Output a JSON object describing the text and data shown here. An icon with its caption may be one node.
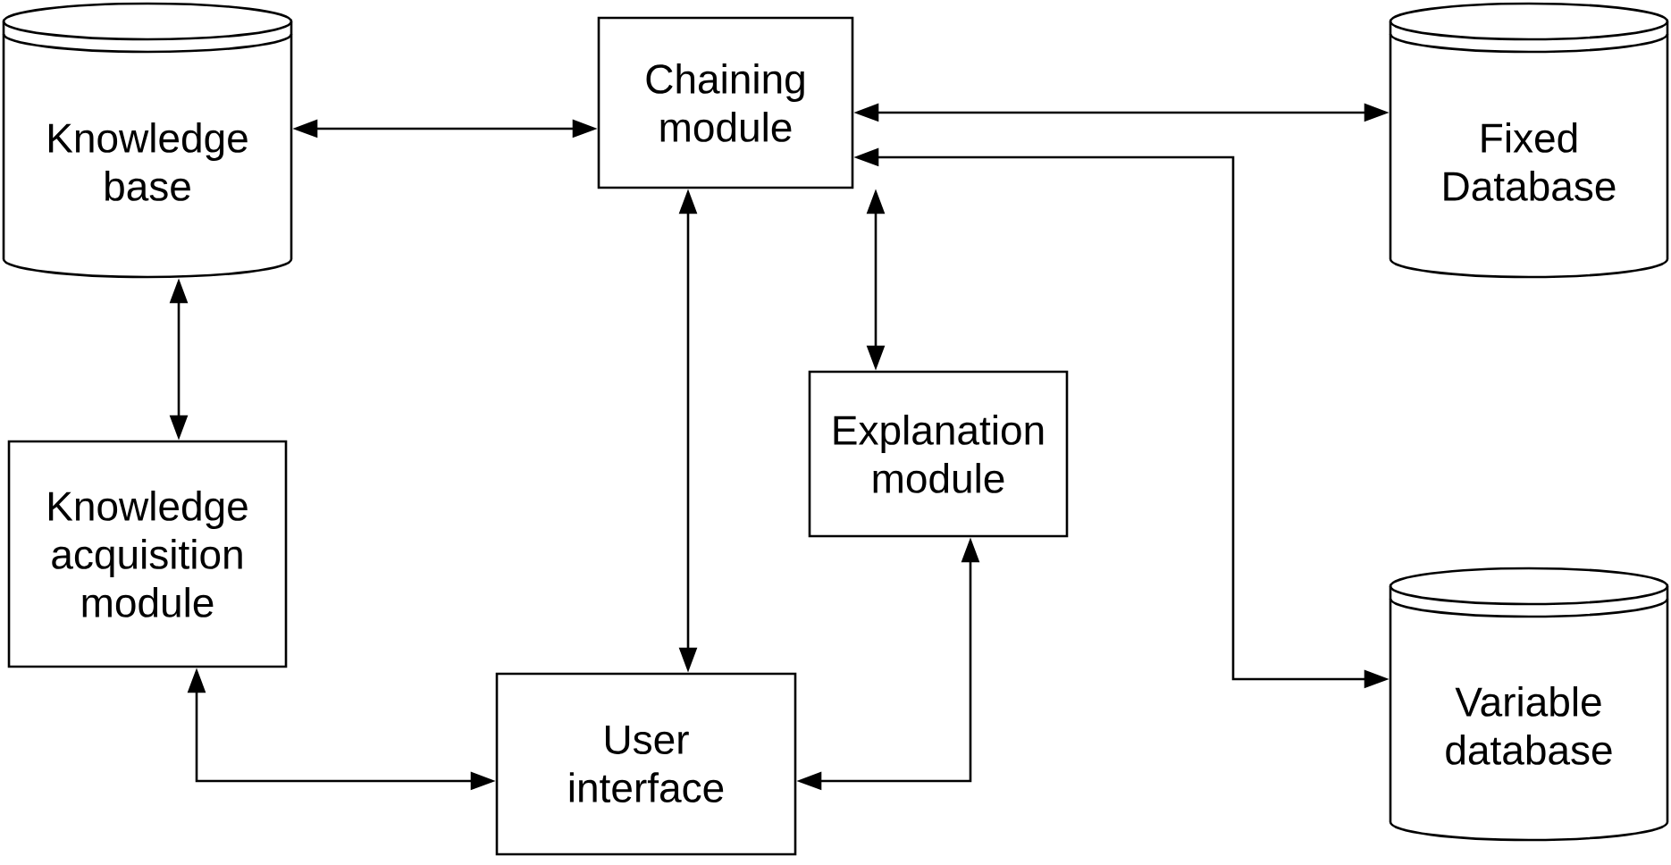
{
  "diagram": {
    "nodes": [
      {
        "text": [
          "Knowledge base"
        ]
      },
      {
        "text": [
          "Chaining module"
        ]
      },
      {
        "text": [
          "Fixed Database"
        ]
      },
      {
        "text": [
          "Explanation module"
        ]
      },
      {
        "text": [
          "Knowledge acquisition module"
        ]
      },
      {
        "text": [
          "Variable database"
        ]
      },
      {
        "text": [
          "User interface"
        ]
      }
    ],
    "edges": [
      {
        "from": 0,
        "to": 1,
        "arrow": "both"
      },
      {
        "from": 1,
        "to": 2,
        "arrow": "both"
      },
      {
        "from": 1,
        "to": 5,
        "arrow": "both"
      },
      {
        "from": 0,
        "to": 4,
        "arrow": "both"
      },
      {
        "from": 1,
        "to": 6,
        "arrow": "both"
      },
      {
        "from": 1,
        "to": 3,
        "arrow": "both"
      },
      {
        "from": 4,
        "to": 6,
        "arrow": "both"
      },
      {
        "from": 3,
        "to": 6,
        "arrow": "both"
      }
    ]
  }
}
